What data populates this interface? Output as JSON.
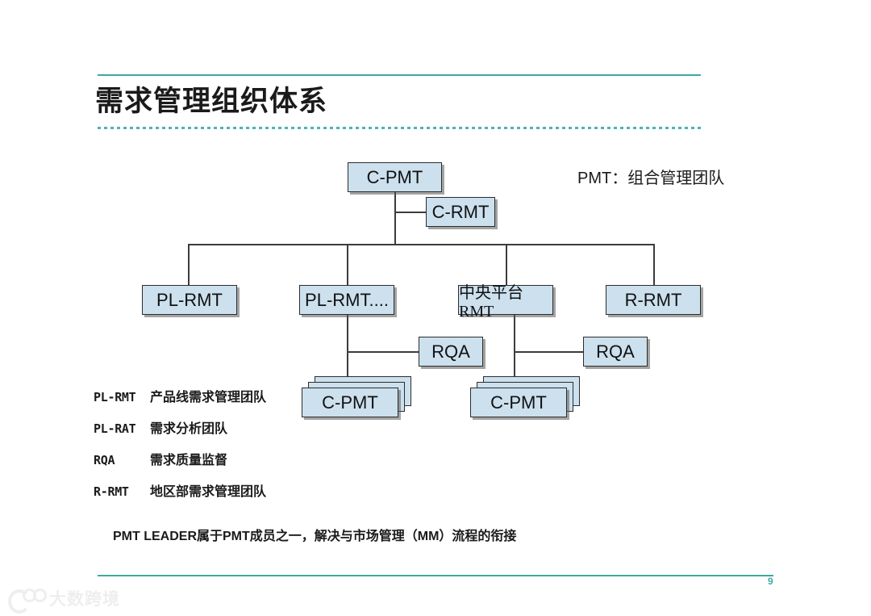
{
  "slide": {
    "title": "需求管理组织体系",
    "page_number": "9",
    "accent_color": "#3fa9a0",
    "node_fill": "#cce0ee",
    "node_border": "#2c2c2c"
  },
  "legend_right": {
    "text": "PMT：组合管理团队",
    "abbr": "PMT",
    "separator": "：",
    "meaning": "组合管理团队"
  },
  "org_chart": {
    "root": {
      "label": "C-PMT"
    },
    "root_peer": {
      "label": "C-RMT"
    },
    "level2": [
      {
        "label": "PL-RMT"
      },
      {
        "label": "PL-RMT...."
      },
      {
        "label": "中央平台RMT"
      },
      {
        "label": "R-RMT"
      }
    ],
    "qa_nodes": [
      {
        "label": "RQA"
      },
      {
        "label": "RQA"
      }
    ],
    "stacks": [
      {
        "label": "C-PMT",
        "layers": 3
      },
      {
        "label": "C-PMT",
        "layers": 3
      }
    ]
  },
  "abbreviations": [
    {
      "key": "PL-RMT",
      "value": "产品线需求管理团队"
    },
    {
      "key": "PL-RAT",
      "value": "需求分析团队"
    },
    {
      "key": "RQA",
      "value": "需求质量监督"
    },
    {
      "key": "R-RMT",
      "value": "地区部需求管理团队"
    }
  ],
  "footnote": "PMT LEADER属于PMT成员之一，解决与市场管理（MM）流程的衔接",
  "watermark": {
    "text": "大数跨境"
  }
}
